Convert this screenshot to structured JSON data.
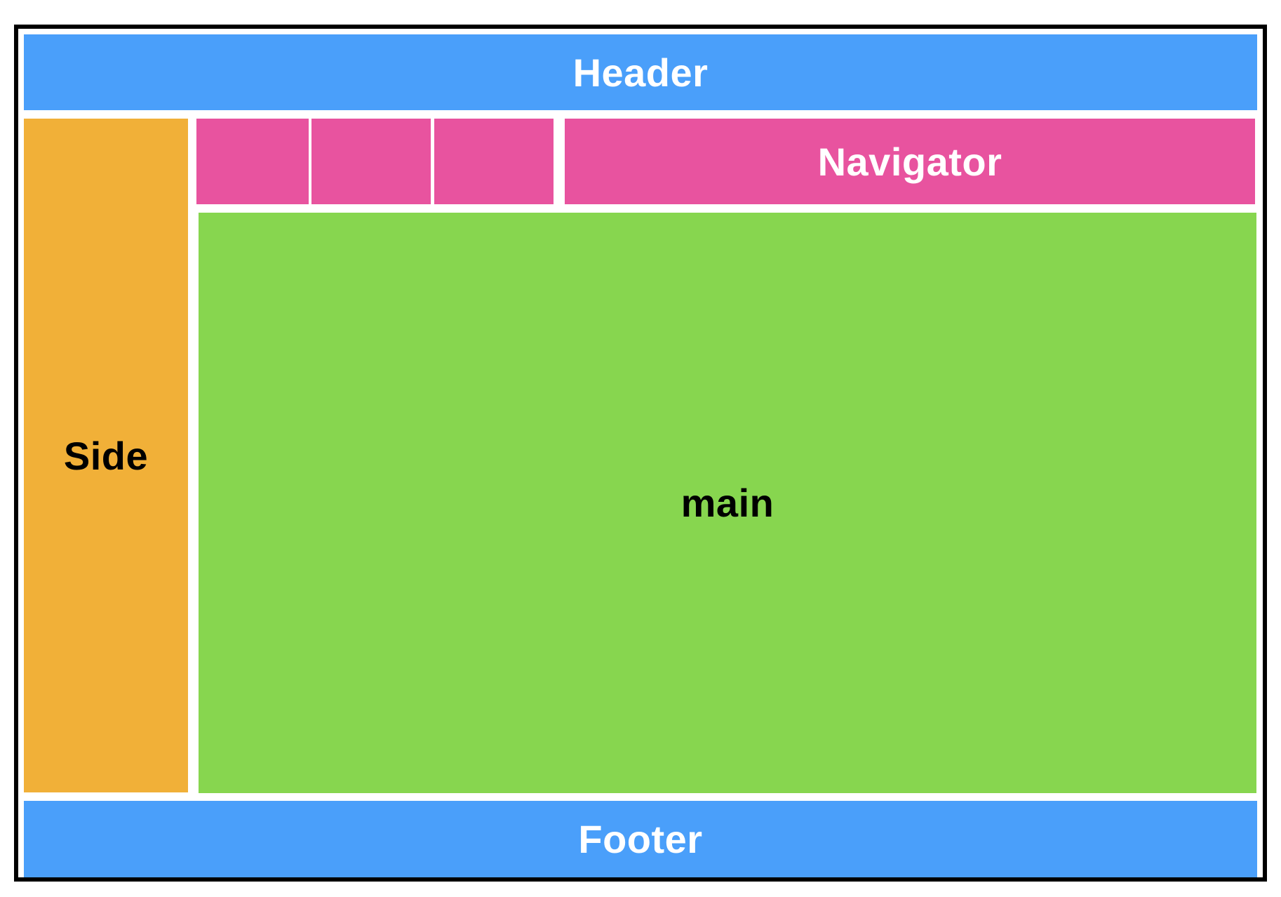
{
  "colors": {
    "border": "#000000",
    "header": "#4a9ffa",
    "footer": "#4a9ffa",
    "side": "#f1b038",
    "navigator": "#e8539f",
    "main": "#87d64f"
  },
  "header": {
    "label": "Header"
  },
  "side": {
    "label": "Side"
  },
  "navigator": {
    "label": "Navigator",
    "tabs": [
      "",
      "",
      ""
    ]
  },
  "main": {
    "label": "main"
  },
  "footer": {
    "label": "Footer"
  }
}
